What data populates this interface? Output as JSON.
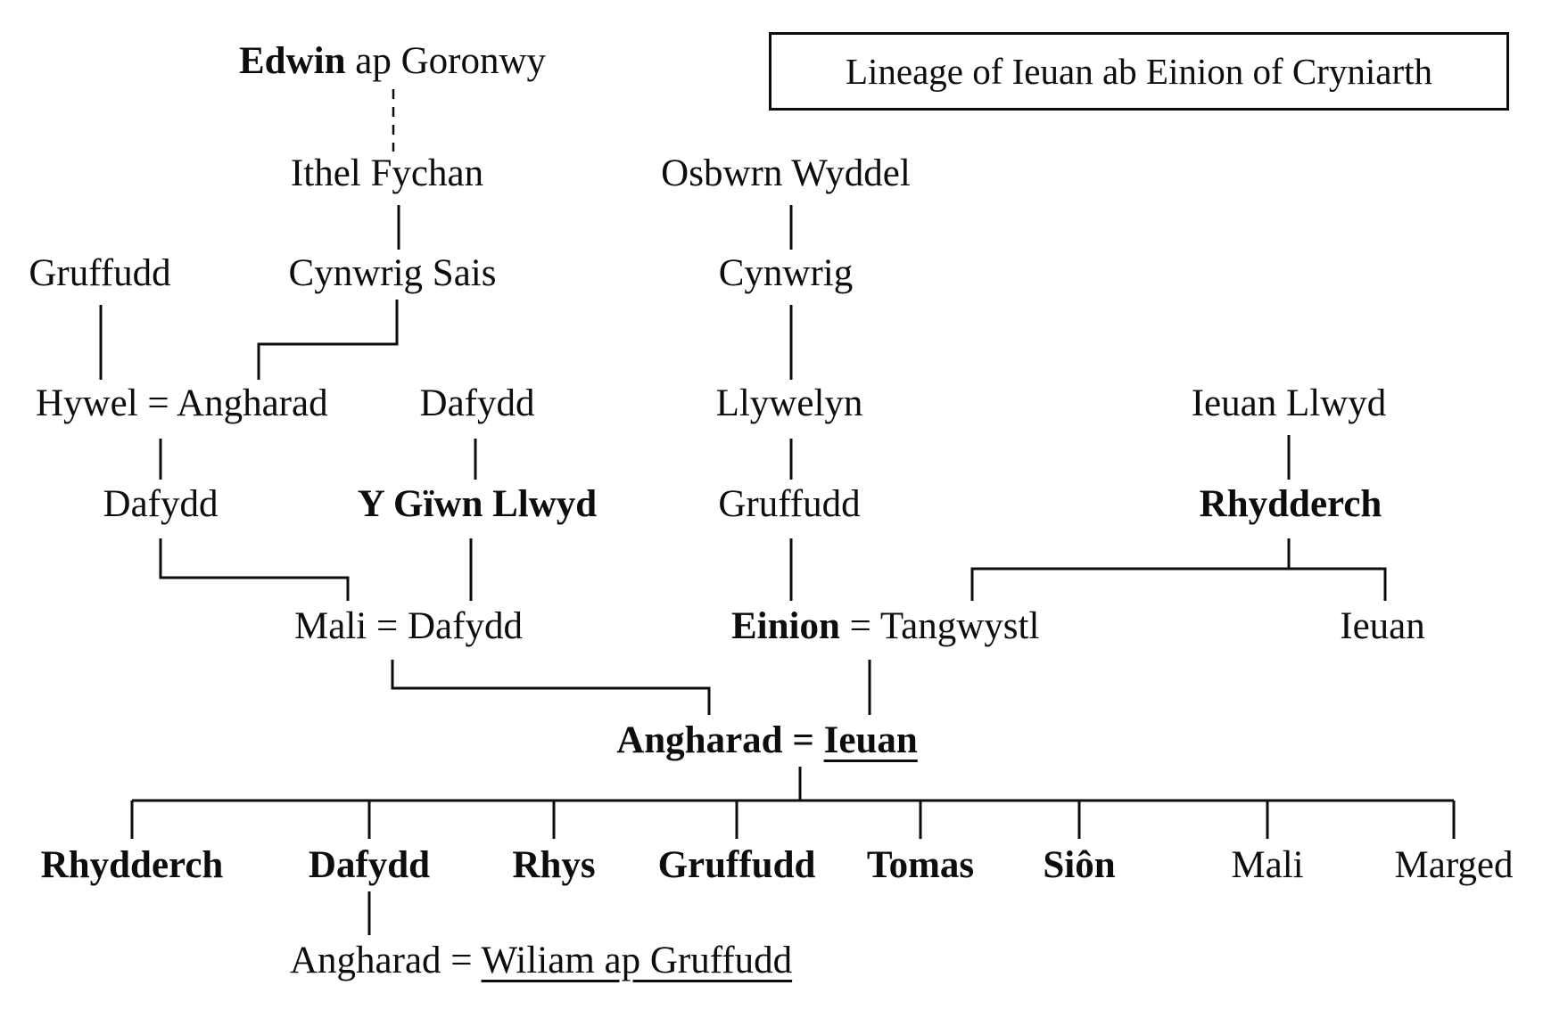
{
  "title": "Lineage of Ieuan ab Einion of Cryniarth",
  "equals": "=",
  "people": {
    "edwin": {
      "first": "Edwin",
      "rest": "ap Goronwy"
    },
    "ithel_fychan": "Ithel Fychan",
    "osbwrn_wyddel": "Osbwrn Wyddel",
    "gruffudd_elder": "Gruffudd",
    "cynwrig_sais": "Cynwrig Sais",
    "cynwrig": "Cynwrig",
    "hywel": "Hywel",
    "angharad_row4": "Angharad",
    "dafydd_row4": "Dafydd",
    "llywelyn": "Llywelyn",
    "ieuan_llwyd": "Ieuan Llwyd",
    "dafydd_row5": "Dafydd",
    "y_giwn_llwyd": "Y Gïwn Llwyd",
    "gruffudd_row5": "Gruffudd",
    "rhydderch_row5": "Rhydderch",
    "mali_row6": "Mali",
    "dafydd_row6": "Dafydd",
    "einion": "Einion",
    "tangwystl": "Tangwystl",
    "ieuan_row6": "Ieuan",
    "angharad_row7": "Angharad",
    "ieuan_row7": "Ieuan",
    "angharad_row9": "Angharad",
    "wiliam_ap_gruffudd": "Wiliam ap Gruffudd"
  },
  "children": [
    "Rhydderch",
    "Dafydd",
    "Rhys",
    "Gruffudd",
    "Tomas",
    "Siôn",
    "Mali",
    "Marged"
  ]
}
